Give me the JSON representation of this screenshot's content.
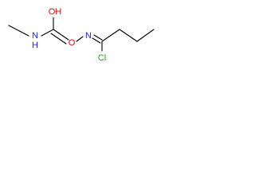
{
  "colors": {
    "background": "#ffffff",
    "bond": "#000000",
    "oxygen": "#e8000a",
    "nitrogen": "#1f23e6",
    "chlorine": "#1e9c1e"
  },
  "atoms": {
    "hydroxyl": "OH",
    "amine": "N",
    "amine_h": "H",
    "ether_oxygen": "O",
    "imine_nitrogen": "N",
    "chlorine": "Cl"
  }
}
